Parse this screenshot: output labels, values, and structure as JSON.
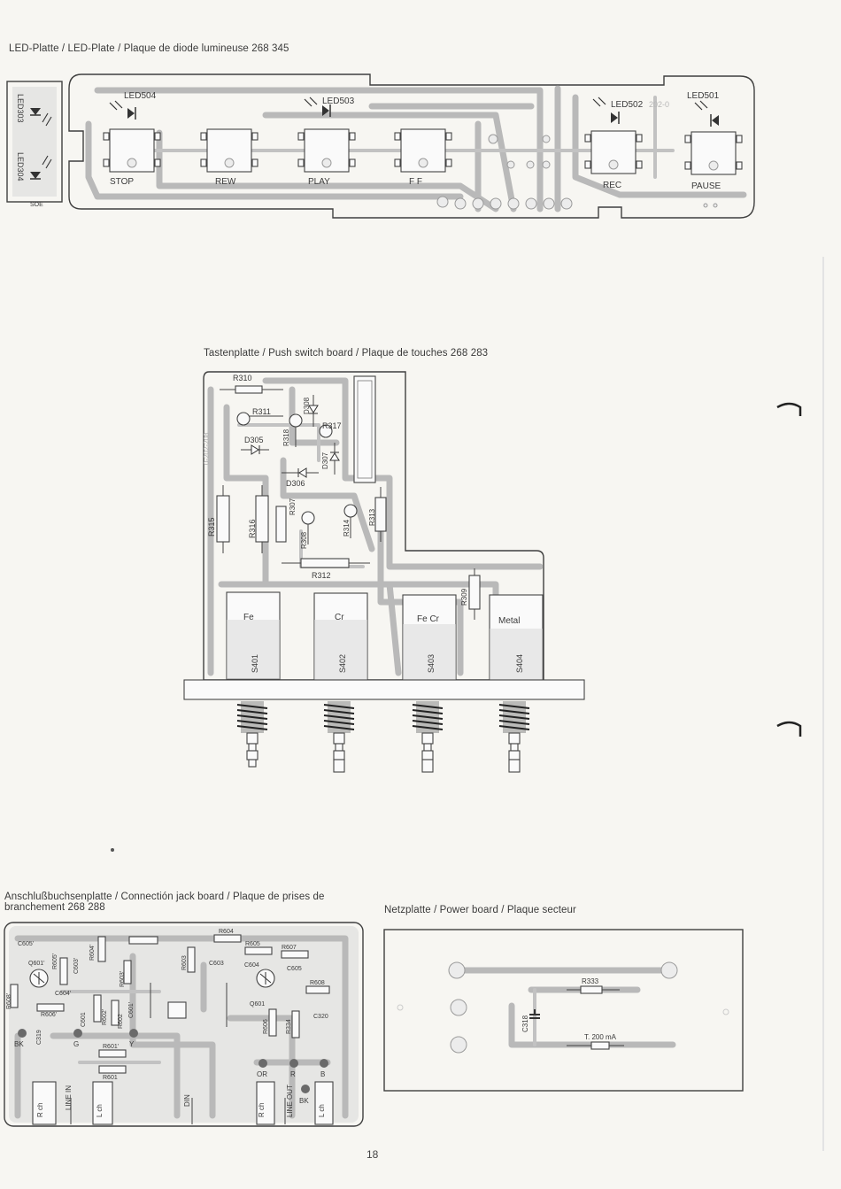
{
  "led_board": {
    "caption": "LED-Platte / LED-Plate / Plaque de diode lumineuse  268 345",
    "leds": [
      "LED504",
      "LED503",
      "LED502",
      "LED501",
      "LED303",
      "LED304"
    ],
    "switches": [
      "STOP",
      "REW",
      "PLAY",
      "F F",
      "REC",
      "PAUSE"
    ],
    "side_mark": "SOE",
    "board_mark": "202-0"
  },
  "push_switch_board": {
    "caption": "Tastenplatte / Push switch board / Plaque de touches  268 283",
    "resistors": [
      "R310",
      "R311",
      "R318",
      "R317",
      "R315",
      "R316",
      "R307",
      "R308",
      "R314",
      "R313",
      "R312",
      "R309"
    ],
    "diodes": [
      "D308",
      "D305",
      "D307",
      "D306"
    ],
    "switch_labels": [
      "Fe",
      "Cr",
      "Fe Cr",
      "Metal"
    ],
    "switch_refs": [
      "S401",
      "S402",
      "S403",
      "S404"
    ],
    "board_mark": "0-202-208"
  },
  "jack_board": {
    "caption_line1": "Anschlußbuchsenplatte / Connectión jack board / Plaque de prises de",
    "caption_line2": "branchement  268 288",
    "parts": [
      "C605'",
      "Q601'",
      "R605'",
      "C603'",
      "R604'",
      "R603'",
      "R604",
      "R605",
      "R607",
      "C603",
      "C604",
      "C605",
      "R603",
      "R608",
      "R608'",
      "C604'",
      "R606'",
      "C601",
      "R602'",
      "C601'",
      "R602",
      "R601'",
      "R601",
      "Q601",
      "R606",
      "R334",
      "C320",
      "C319",
      "BK",
      "G",
      "Y",
      "OR",
      "R",
      "B"
    ],
    "jacks": [
      "R ch",
      "LINE IN",
      "L ch",
      "DIN",
      "R ch",
      "LINE OUT",
      "L ch"
    ]
  },
  "power_board": {
    "caption": "Netzplatte / Power board / Plaque secteur",
    "parts": [
      "R333",
      "C318",
      "T. 200 mA"
    ]
  },
  "page_number": "18"
}
